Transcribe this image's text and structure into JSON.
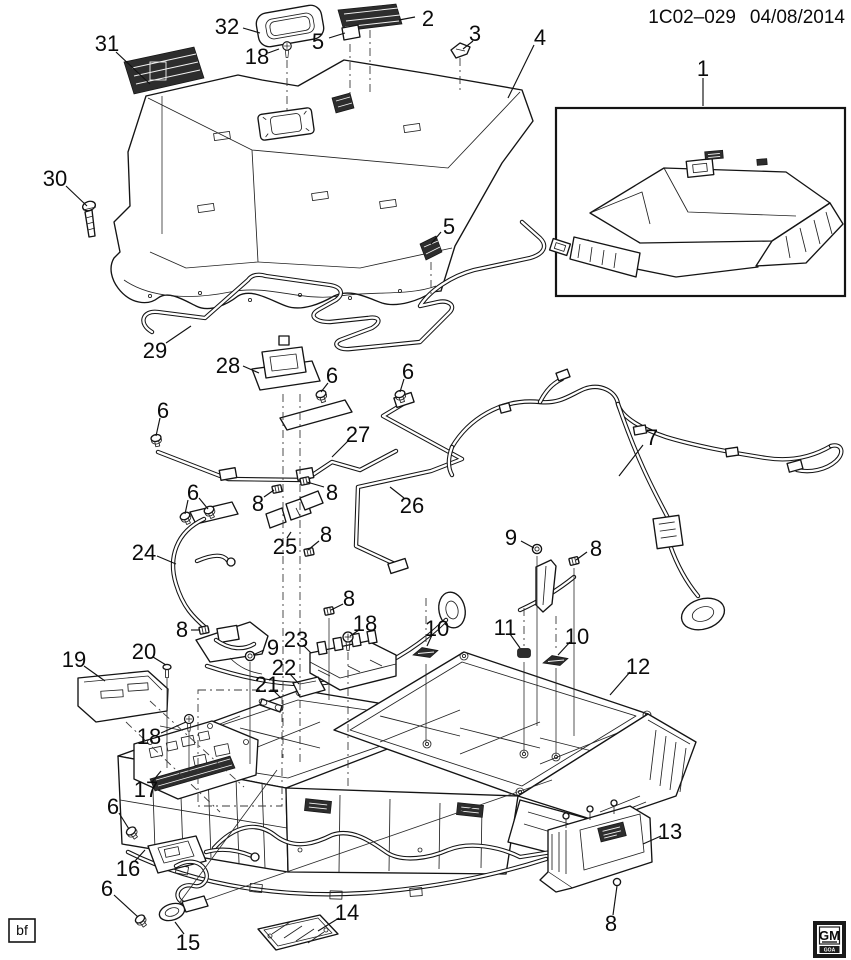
{
  "header": {
    "drawing_number": "1C02–029",
    "date": "04/08/2014"
  },
  "footer": {
    "page_code": "bf",
    "gm_logo": "GM",
    "gm_logo_sub": "GOA"
  },
  "style": {
    "background": "#ffffff",
    "line_color": "#141414"
  },
  "figure": {
    "description_visible_text_only": "",
    "inset_item": "1"
  },
  "callouts": [
    {
      "label": "32"
    },
    {
      "label": "2"
    },
    {
      "label": "31"
    },
    {
      "label": "18"
    },
    {
      "label": "5"
    },
    {
      "label": "3"
    },
    {
      "label": "4"
    },
    {
      "label": "1"
    },
    {
      "label": "30"
    },
    {
      "label": "29"
    },
    {
      "label": "28"
    },
    {
      "label": "6"
    },
    {
      "label": "6"
    },
    {
      "label": "6"
    },
    {
      "label": "27"
    },
    {
      "label": "7"
    },
    {
      "label": "26"
    },
    {
      "label": "6"
    },
    {
      "label": "8"
    },
    {
      "label": "8"
    },
    {
      "label": "24"
    },
    {
      "label": "25"
    },
    {
      "label": "8"
    },
    {
      "label": "9"
    },
    {
      "label": "8"
    },
    {
      "label": "8"
    },
    {
      "label": "18"
    },
    {
      "label": "8"
    },
    {
      "label": "20"
    },
    {
      "label": "9"
    },
    {
      "label": "23"
    },
    {
      "label": "19"
    },
    {
      "label": "22"
    },
    {
      "label": "21"
    },
    {
      "label": "10"
    },
    {
      "label": "11"
    },
    {
      "label": "10"
    },
    {
      "label": "12"
    },
    {
      "label": "18"
    },
    {
      "label": "17"
    },
    {
      "label": "6"
    },
    {
      "label": "16"
    },
    {
      "label": "6"
    },
    {
      "label": "15"
    },
    {
      "label": "14"
    },
    {
      "label": "13"
    },
    {
      "label": "8"
    },
    {
      "label": "5"
    }
  ]
}
